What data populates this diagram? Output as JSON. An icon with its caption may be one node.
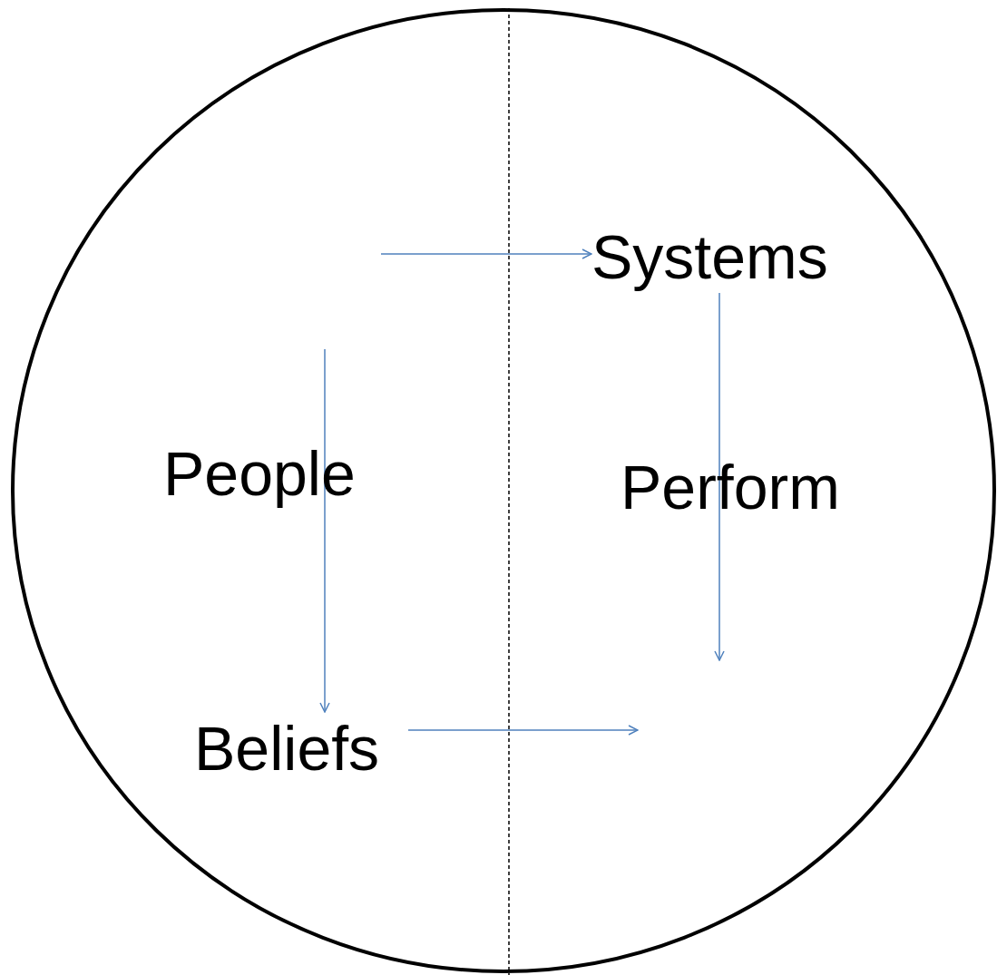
{
  "diagram": {
    "nodes": [
      {
        "text": [],
        "shape": "circle"
      },
      {
        "text": [
          "Systems"
        ],
        "in": 0
      },
      {
        "text": [
          "People"
        ],
        "in": 0
      },
      {
        "text": [
          "Perform"
        ],
        "in": 0
      },
      {
        "text": [
          "Beliefs"
        ],
        "in": 0
      }
    ],
    "edges": [
      {
        "from": null,
        "to": 1,
        "arrow": "to"
      },
      {
        "from": null,
        "to": 4,
        "arrow": "to"
      },
      {
        "from": 1,
        "to": null,
        "arrow": "to"
      },
      {
        "from": 4,
        "to": null,
        "arrow": "to"
      }
    ]
  }
}
